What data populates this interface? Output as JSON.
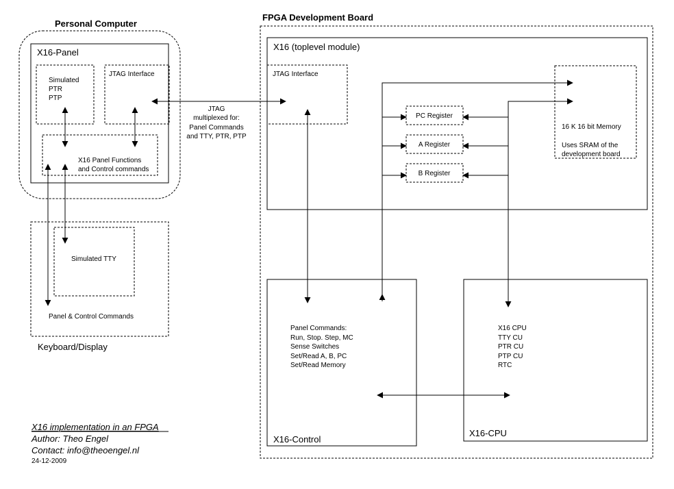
{
  "pc": {
    "title": "Personal Computer",
    "panel_title": "X16-Panel",
    "sim_lines": [
      "Simulated",
      "PTR",
      "PTP"
    ],
    "jtag": "JTAG Interface",
    "panel_fn_lines": [
      "X16 Panel Functions",
      "and Control commands"
    ]
  },
  "link": {
    "lines": [
      "JTAG",
      "multiplexed for:",
      "Panel Commands",
      "and TTY, PTR, PTP"
    ]
  },
  "keyboard": {
    "title": "Keyboard/Display",
    "tty": "Simulated TTY",
    "cmds": "Panel & Control Commands"
  },
  "fpga": {
    "title": "FPGA Development Board",
    "toplevel": "X16 (toplevel module)",
    "jtag": "JTAG Interface",
    "pc_reg": "PC Register",
    "a_reg": "A Register",
    "b_reg": "B Register",
    "mem_lines": [
      "16 K 16 bit Memory",
      "",
      "Uses SRAM of the",
      "development board"
    ]
  },
  "control": {
    "title": "X16-Control",
    "lines": [
      "Panel Commands:",
      "Run, Stop. Step, MC",
      "Sense Switches",
      "Set/Read A, B, PC",
      "Set/Read Memory"
    ]
  },
  "cpu": {
    "title": "X16-CPU",
    "lines": [
      "X16 CPU",
      "TTY CU",
      "PTR CU",
      "PTP CU",
      "RTC"
    ]
  },
  "footer": {
    "title": "X16 implementation in an FPGA",
    "author": "Author: Theo Engel",
    "contact": "Contact: info@theoengel.nl",
    "date": "24-12-2009"
  }
}
